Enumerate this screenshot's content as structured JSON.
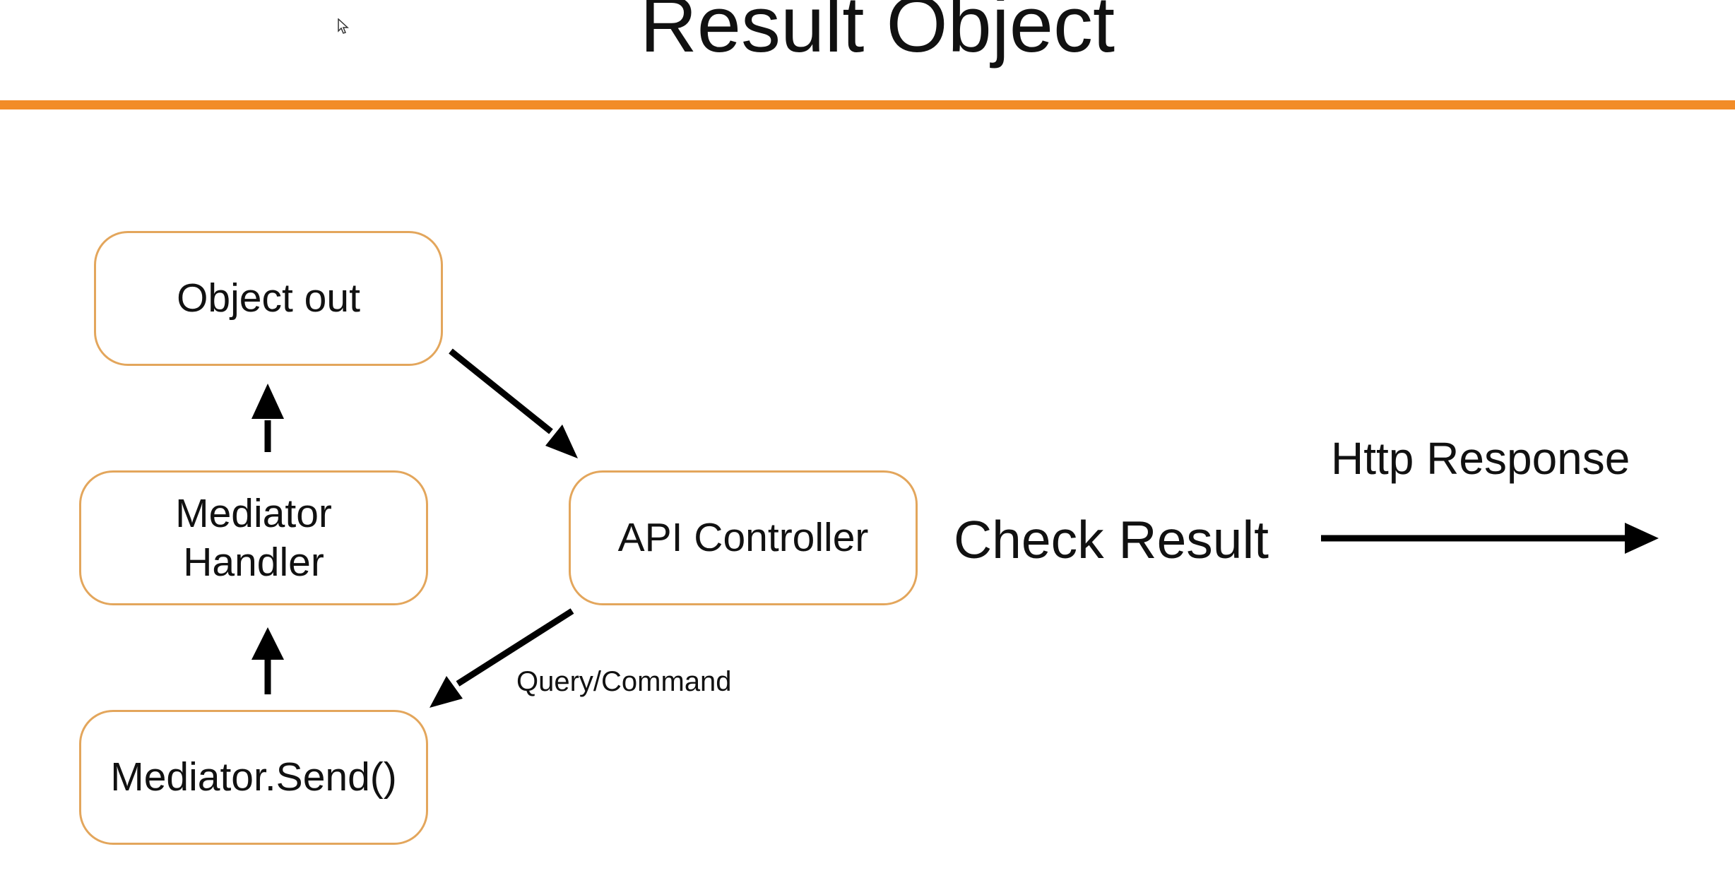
{
  "slide": {
    "title": "Result Object",
    "accent_color": "#f28c28",
    "box_border_color": "#e3a65c"
  },
  "nodes": {
    "object_out": "Object out",
    "mediator_handler_line1": "Mediator",
    "mediator_handler_line2": "Handler",
    "mediator_send": "Mediator.Send()",
    "api_controller": "API Controller"
  },
  "labels": {
    "check_result": "Check Result",
    "http_response": "Http Response",
    "query_command": "Query/Command"
  },
  "edges": [
    {
      "from": "mediator_send",
      "to": "mediator_handler"
    },
    {
      "from": "mediator_handler",
      "to": "object_out"
    },
    {
      "from": "object_out",
      "to": "api_controller"
    },
    {
      "from": "api_controller",
      "to": "mediator_send",
      "label": "Query/Command"
    },
    {
      "from": "check_result",
      "to": "http_response",
      "label": "Http Response"
    }
  ]
}
